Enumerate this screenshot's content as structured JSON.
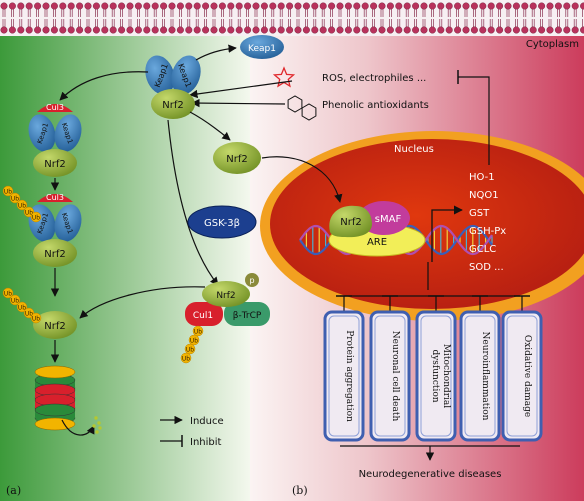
{
  "labels": {
    "cytoplasm": "Cytoplasm",
    "nucleus": "Nucleus",
    "panel_a": "(a)",
    "panel_b": "(b)",
    "keap1": "Keap1",
    "nrf2": "Nrf2",
    "cul3": "Cul3",
    "cul1": "Cul1",
    "btrcp": "β-TrCP",
    "gsk3b": "GSK-3β",
    "smaf": "sMAF",
    "are": "ARE",
    "ub": "Ub",
    "p": "p",
    "ros": "ROS, electrophiles ...",
    "phenolic": "Phenolic antioxidants",
    "legend_induce": "Induce",
    "legend_inhibit": "Inhibit",
    "outcome": "Neurodegenerative diseases"
  },
  "genes": [
    "HO-1",
    "NQO1",
    "GST",
    "GSH-Px",
    "GCLC",
    "SOD ..."
  ],
  "diseases": [
    "Protein aggregation",
    "Neuronal cell death",
    "Mitochondrial dysfunction",
    "Neuroinflammation",
    "Oxidative damage"
  ],
  "colors": {
    "keap1": "#2f6fa8",
    "nrf2": "#8aa63a",
    "cul3": "#d8202c",
    "ub": "#f2b400",
    "gsk3b": "#1c3f8f",
    "smaf": "#c23c9c",
    "are": "#f2ee58",
    "nucleus_fill": "#cf2a12",
    "nucleus_rim": "#f4a21e",
    "disease_box": "#3f5fb0"
  }
}
